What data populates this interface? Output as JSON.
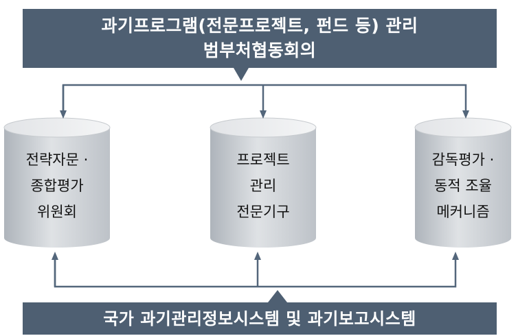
{
  "top_banner": {
    "line1": "과기프로그램(전문프로젝트, 펀드 등) 관리",
    "line2": "범부처협동회의"
  },
  "bottom_banner": {
    "line1": "국가 과기관리정보시스템 및 과기보고시스템"
  },
  "cylinders": [
    {
      "lines": [
        "전략자문 ·",
        "종합평가",
        "위원회"
      ]
    },
    {
      "lines": [
        "프로젝트",
        "관리",
        "전문기구"
      ]
    },
    {
      "lines": [
        "감독평가 ·",
        "동적 조율",
        "메커니즘"
      ]
    }
  ],
  "colors": {
    "banner_bg": "#4e5f72",
    "connector": "#53667b",
    "cylinder_light": "#e6e8eb",
    "cylinder_mid": "#c9cdd2",
    "cylinder_dark": "#adb3ba"
  }
}
